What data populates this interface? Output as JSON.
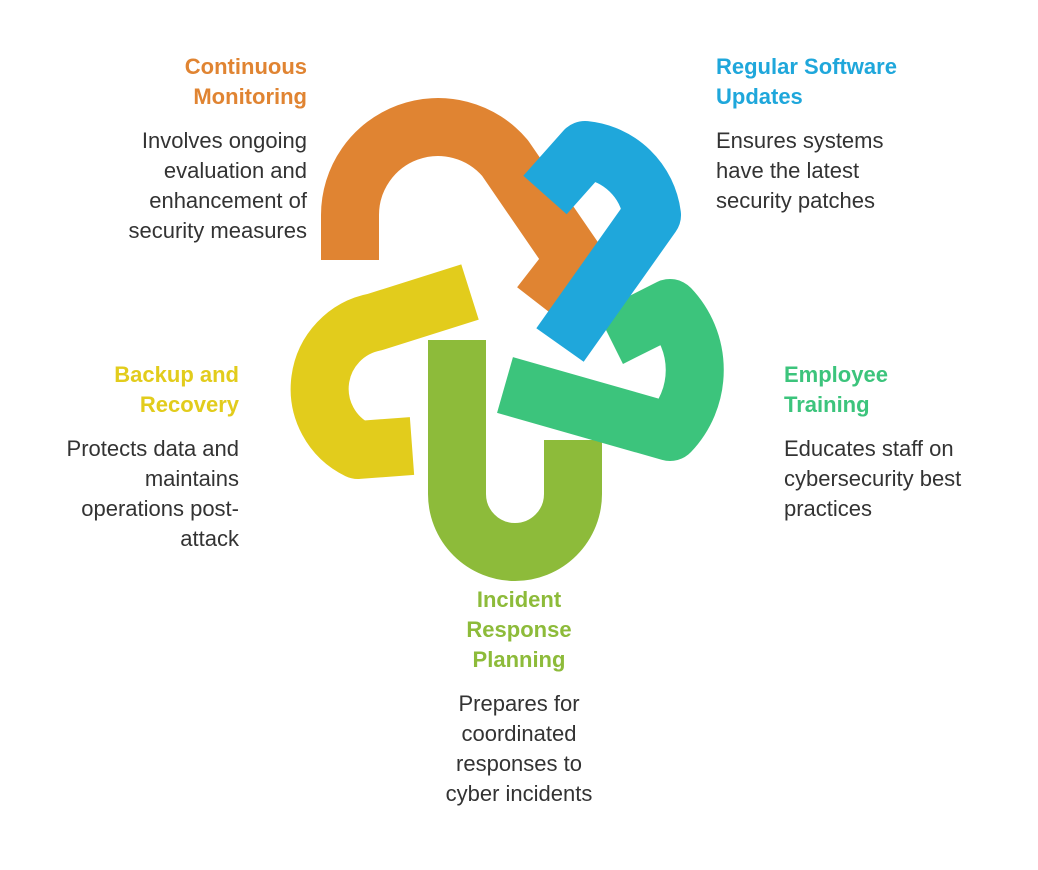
{
  "items": [
    {
      "id": "continuous-monitoring",
      "title": "Continuous\nMonitoring",
      "description": "Involves ongoing\nevaluation and\nenhancement of\nsecurity measures",
      "color": "#E08432"
    },
    {
      "id": "regular-software-updates",
      "title": "Regular Software\nUpdates",
      "description": "Ensures systems\nhave the latest\nsecurity patches",
      "color": "#1FA7DB"
    },
    {
      "id": "employee-training",
      "title": "Employee\nTraining",
      "description": "Educates staff on\ncybersecurity best\npractices",
      "color": "#3CC47C"
    },
    {
      "id": "incident-response-planning",
      "title": "Incident\nResponse\nPlanning",
      "description": "Prepares for\ncoordinated\nresponses to\ncyber incidents",
      "color": "#8DBB3A"
    },
    {
      "id": "backup-and-recovery",
      "title": "Backup and\nRecovery",
      "description": "Protects data and\nmaintains\noperations post-\nattack",
      "color": "#E2CC1C"
    }
  ]
}
